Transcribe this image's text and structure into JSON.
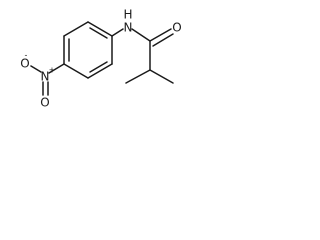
{
  "molecule": {
    "atoms": {
      "n_amide": "N",
      "h_amide": "H",
      "o_carbonyl": "O",
      "n_nitro": "N",
      "o_nitro_top": "O",
      "o_nitro_bottom": "O",
      "charge_plus": "+",
      "charge_minus": "-"
    }
  }
}
